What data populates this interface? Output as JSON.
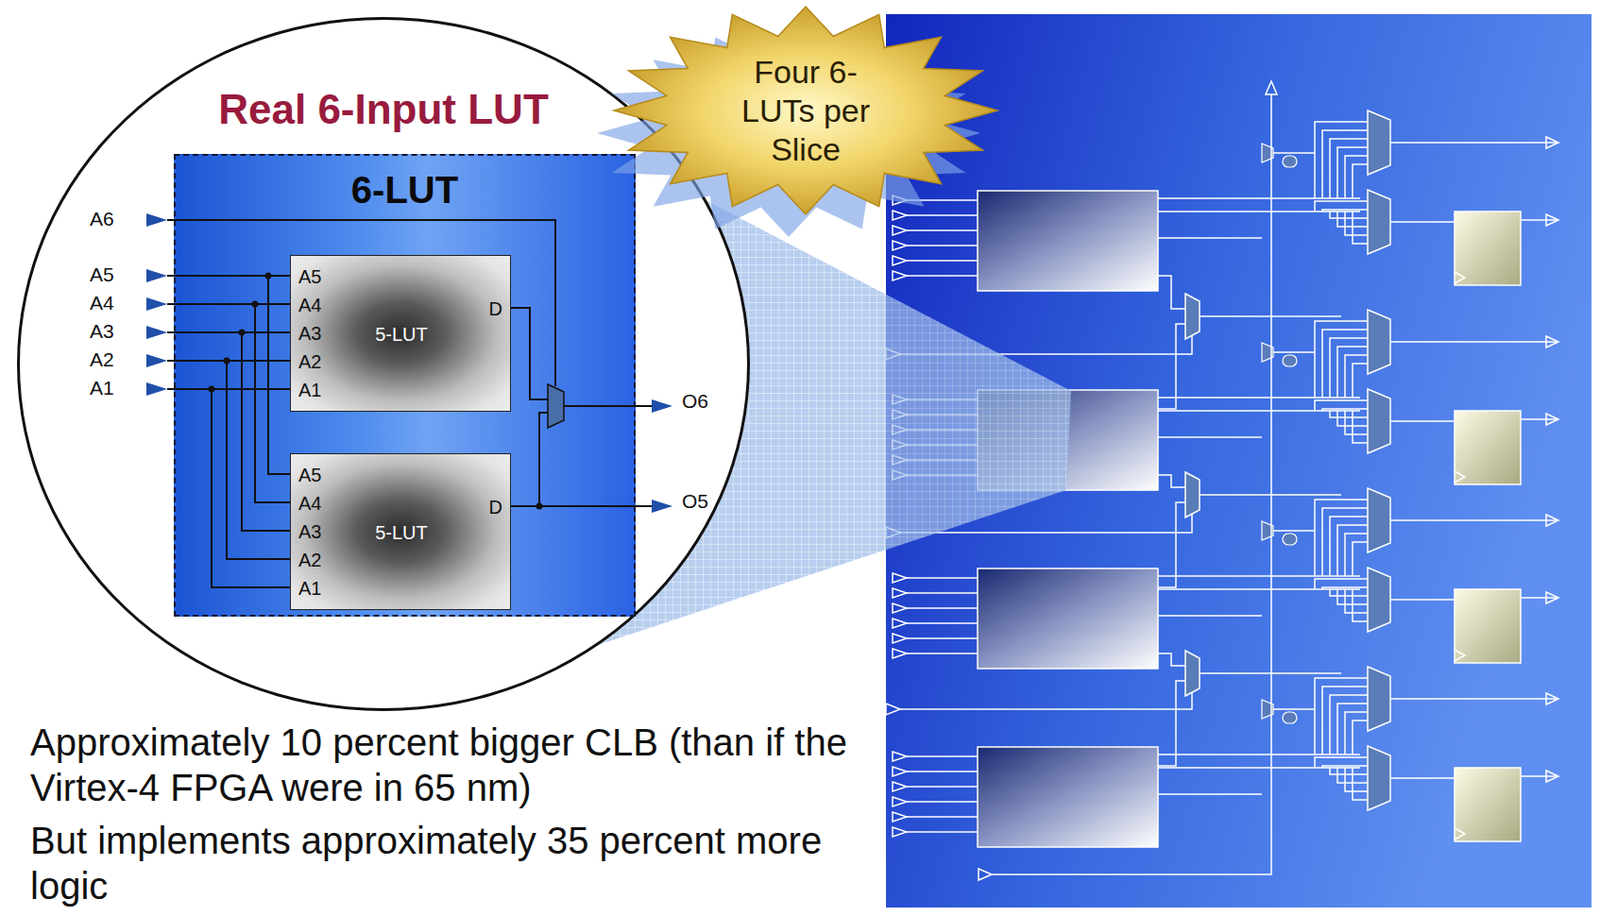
{
  "diagram": {
    "nodes": [
      {
        "text": [
          "Real 6-Input LUT"
        ]
      },
      {
        "text": [
          "6-LUT"
        ],
        "in": 0
      },
      {
        "text": [
          "5-LUT",
          "A5",
          "A4",
          "A3",
          "A2",
          "A1",
          "D"
        ],
        "in": 1
      },
      {
        "text": [
          "5-LUT",
          "A5",
          "A4",
          "A3",
          "A2",
          "A1",
          "D"
        ],
        "in": 1
      },
      {
        "text": [
          "Four 6-LUTs per Slice"
        ]
      }
    ],
    "labels": [
      "A6",
      "A5",
      "A4",
      "A3",
      "A2",
      "A1",
      "O6",
      "O5",
      "Approximately 10 percent bigger CLB (than if the Virtex-4 FPGA were in 65 nm)",
      "But implements approximately 35 percent more logic"
    ]
  }
}
